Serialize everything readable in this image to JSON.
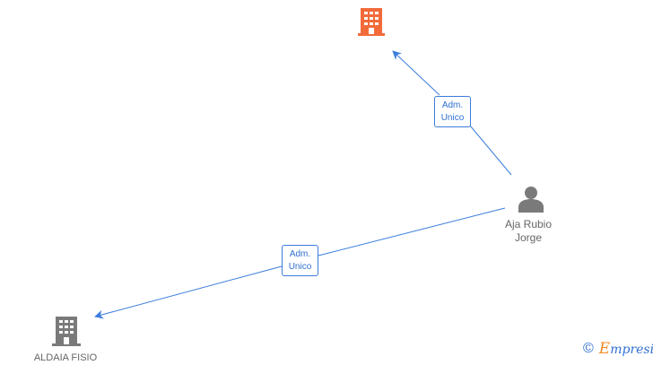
{
  "diagram": {
    "nodes": {
      "company_top": {
        "label": "",
        "color": "#f26b3a",
        "icon": "building-icon"
      },
      "company_bottom": {
        "label": "ALDAIA FISIO",
        "color": "#7a7a7a",
        "icon": "building-icon"
      },
      "person": {
        "label_line1": "Aja Rubio",
        "label_line2": "Jorge",
        "color": "#7a7a7a",
        "icon": "person-icon"
      }
    },
    "edges": [
      {
        "from": "person",
        "to": "company_top",
        "label_line1": "Adm.",
        "label_line2": "Unico",
        "color": "#3b7ddd"
      },
      {
        "from": "person",
        "to": "company_bottom",
        "label_line1": "Adm.",
        "label_line2": "Unico",
        "color": "#3b7ddd"
      }
    ]
  },
  "watermark": {
    "copyright_symbol": "©",
    "brand_first_letter": "E",
    "brand_rest": "mpresia"
  }
}
